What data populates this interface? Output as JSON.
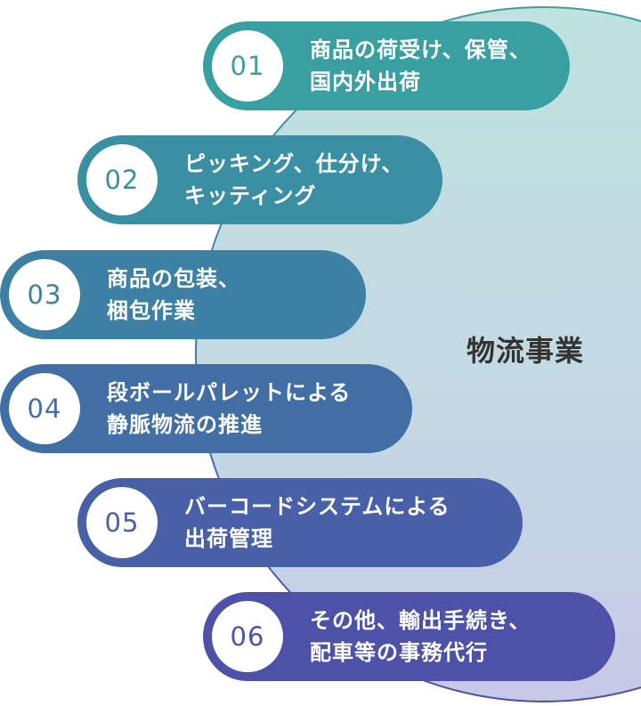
{
  "center": {
    "label": "物流事業"
  },
  "items": [
    {
      "number": "01",
      "lines": [
        "商品の荷受け、保管、",
        "国内外出荷"
      ],
      "color": "#3a9fa1"
    },
    {
      "number": "02",
      "lines": [
        "ピッキング、仕分け、",
        "キッティング"
      ],
      "color": "#3b8fa3"
    },
    {
      "number": "03",
      "lines": [
        "商品の包装、",
        "梱包作業"
      ],
      "color": "#3d80a3"
    },
    {
      "number": "04",
      "lines": [
        "段ボールパレットによる",
        "静脈物流の推進"
      ],
      "color": "#416fa5"
    },
    {
      "number": "05",
      "lines": [
        "バーコードシステムによる",
        "出荷管理"
      ],
      "color": "#4860a7"
    },
    {
      "number": "06",
      "lines": [
        "その他、輸出手続き、",
        "配車等の事務代行"
      ],
      "color": "#4d52a8"
    }
  ]
}
